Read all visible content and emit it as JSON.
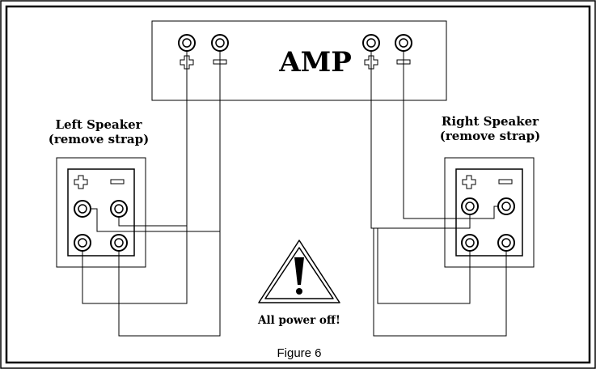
{
  "amp": {
    "label": "AMP"
  },
  "left_speaker": {
    "title": "Left Speaker",
    "note": "(remove strap)"
  },
  "right_speaker": {
    "title": "Right Speaker",
    "note": "(remove strap)"
  },
  "warning": {
    "text": "All power off!"
  },
  "caption": "Figure 6",
  "colors": {
    "ink": "#000000",
    "background": "#ffffff"
  },
  "icons": [
    "warning-triangle-icon",
    "plus-icon",
    "minus-icon",
    "terminal-icon"
  ]
}
